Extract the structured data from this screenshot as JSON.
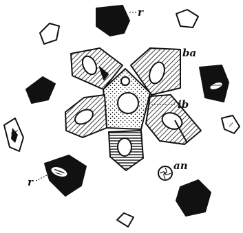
{
  "figure": {
    "labels": {
      "r_top": "r",
      "ba": "ba",
      "ib": "ib",
      "an": "an",
      "r_left": "r"
    }
  },
  "colors": {
    "ink": "#111111",
    "paper": "#ffffff"
  }
}
